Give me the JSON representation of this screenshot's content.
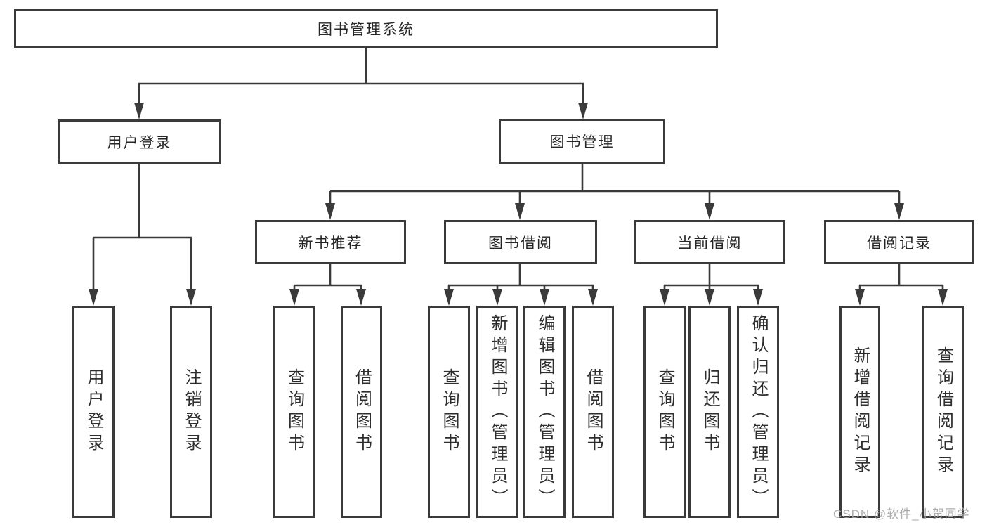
{
  "diagram": {
    "type": "hierarchy-tree",
    "colors": {
      "background": "#ffffff",
      "box_border": "#3a3a3a",
      "connector_line": "#3a3a3a",
      "text": "#2e2e2e",
      "watermark_text": "#a5a5a5"
    },
    "tree": {
      "label": "图书管理系统",
      "children": [
        {
          "label": "用户登录",
          "children": [
            {
              "label": "用户登录"
            },
            {
              "label": "注销登录"
            }
          ]
        },
        {
          "label": "图书管理",
          "children": [
            {
              "label": "新书推荐",
              "children": [
                {
                  "label": "查询图书"
                },
                {
                  "label": "借阅图书"
                }
              ]
            },
            {
              "label": "图书借阅",
              "children": [
                {
                  "label": "查询图书"
                },
                {
                  "label": "新增图书（管理员）"
                },
                {
                  "label": "编辑图书（管理员）"
                },
                {
                  "label": "借阅图书"
                }
              ]
            },
            {
              "label": "当前借阅",
              "children": [
                {
                  "label": "查询图书"
                },
                {
                  "label": "归还图书"
                },
                {
                  "label": "确认归还（管理员）"
                }
              ]
            },
            {
              "label": "借阅记录",
              "children": [
                {
                  "label": "新增借阅记录"
                },
                {
                  "label": "查询借阅记录"
                }
              ]
            }
          ]
        }
      ]
    },
    "watermark": "CSDN @软件_小贺同学"
  }
}
